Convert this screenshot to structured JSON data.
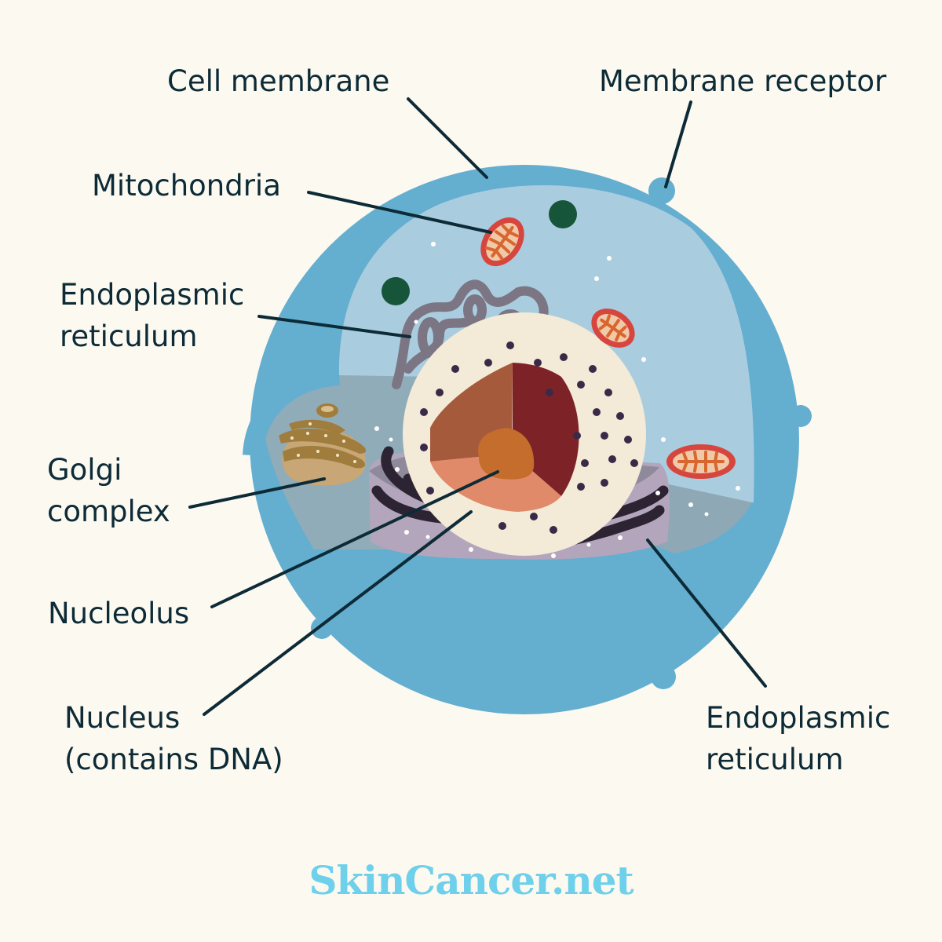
{
  "labels": {
    "cell_membrane": "Cell membrane",
    "membrane_receptor": "Membrane receptor",
    "mitochondria": "Mitochondria",
    "er_top": [
      "Endoplasmic",
      "reticulum"
    ],
    "golgi": [
      "Golgi",
      "complex"
    ],
    "nucleolus": "Nucleolus",
    "nucleus": [
      "Nucleus",
      "(contains DNA)"
    ],
    "er_bottom": [
      "Endoplasmic",
      "reticulum"
    ]
  },
  "brand": "SkinCancer.net",
  "colors": {
    "background": "#fcf9f1",
    "membrane": "#64aed0",
    "cytoplasm": "#a9cddf",
    "text": "#0d2b36",
    "brand": "#6ed0ea",
    "mitochondria": "#d6463f",
    "nucleus": "#f3ead8",
    "nucleolus": "#c46d2c",
    "rough_er": "#2c2433",
    "smooth_er": "#7c7684",
    "golgi": "#c8a675",
    "ribosome_dark": "#16553a"
  }
}
